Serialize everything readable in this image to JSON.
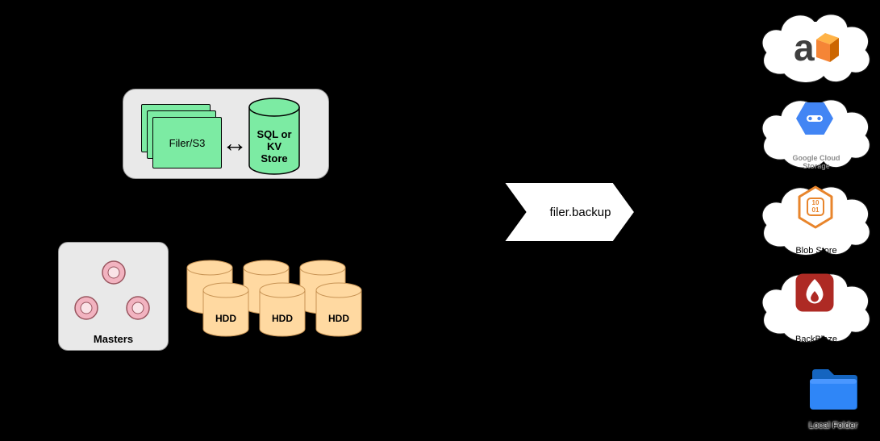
{
  "canvas": {
    "background": "#000000"
  },
  "filer_group": {
    "filer_label": "Filer/S3",
    "sync_arrow_glyph": "↔",
    "store_label": "SQL or\nKV\nStore"
  },
  "masters_group": {
    "label": "Masters"
  },
  "volume_servers": {
    "hdd_labels": [
      "HDD",
      "HDD",
      "HDD"
    ]
  },
  "backup_arrow": {
    "label": "filer.backup"
  },
  "destinations": {
    "amazon": {
      "icon": "aws-box-icon",
      "icon_letter": "a"
    },
    "google": {
      "icon": "google-cloud-hexagon-icon",
      "label": "Google Cloud\nStorage"
    },
    "blob": {
      "icon": "blob-store-hexagon-icon",
      "label": "Blob Store",
      "icon_digits": "10\n01"
    },
    "backblaze": {
      "icon": "backblaze-flame-icon",
      "label": "BackBlaze"
    },
    "local": {
      "icon": "folder-icon",
      "label": "Local Folder"
    }
  },
  "colors": {
    "background": "#000000",
    "panel_gray": "#e9e9e9",
    "filer_green": "#7ceba3",
    "hdd_tan": "#ffd9a1",
    "master_pink": "#f2b3c0",
    "cloud_white": "#ffffff",
    "google_blue": "#4285f4",
    "blob_orange": "#e8852c",
    "backblaze_red": "#ae2a24",
    "folder_blue": "#2f86f7",
    "aws_orange": "#f58536"
  }
}
